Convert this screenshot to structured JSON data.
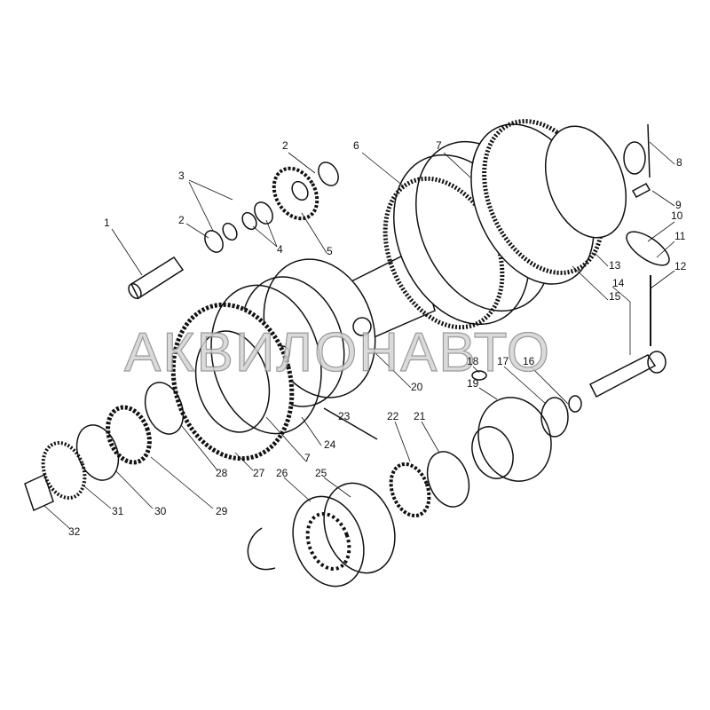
{
  "diagram": {
    "watermark": "АКВИЛОНАВТО",
    "callouts": [
      "1",
      "2",
      "3",
      "2",
      "4",
      "5",
      "6",
      "7",
      "8",
      "9",
      "10",
      "11",
      "12",
      "13",
      "14",
      "15",
      "16",
      "17",
      "18",
      "19",
      "20",
      "21",
      "22",
      "23",
      "24",
      "7",
      "25",
      "26",
      "27",
      "28",
      "29",
      "30",
      "31",
      "32"
    ],
    "line_color": "#111111"
  }
}
